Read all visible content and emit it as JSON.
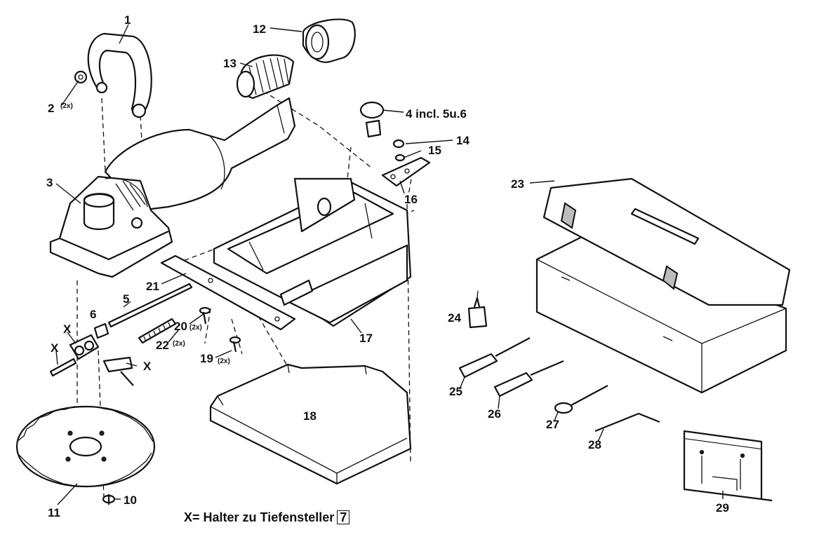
{
  "labels": {
    "p1": "1",
    "p2": "2",
    "p2_qty": "(2x)",
    "p3": "3",
    "p4": "4 incl. 5u.6",
    "p5": "5",
    "p6": "6",
    "p10": "10",
    "p11": "11",
    "p12": "12",
    "p13": "13",
    "p14": "14",
    "p15": "15",
    "p16": "16",
    "p17": "17",
    "p18": "18",
    "p19": "19",
    "p19_qty": "(2x)",
    "p20": "20",
    "p20_qty": "(2x)",
    "p21": "21",
    "p22": "22",
    "p22_qty": "(2x)",
    "p23": "23",
    "p24": "24",
    "p25": "25",
    "p26": "26",
    "p27": "27",
    "p28": "28",
    "p29": "29",
    "x": "X"
  },
  "caption": {
    "text": "X= Halter zu Tiefensteller",
    "ref": "7"
  }
}
